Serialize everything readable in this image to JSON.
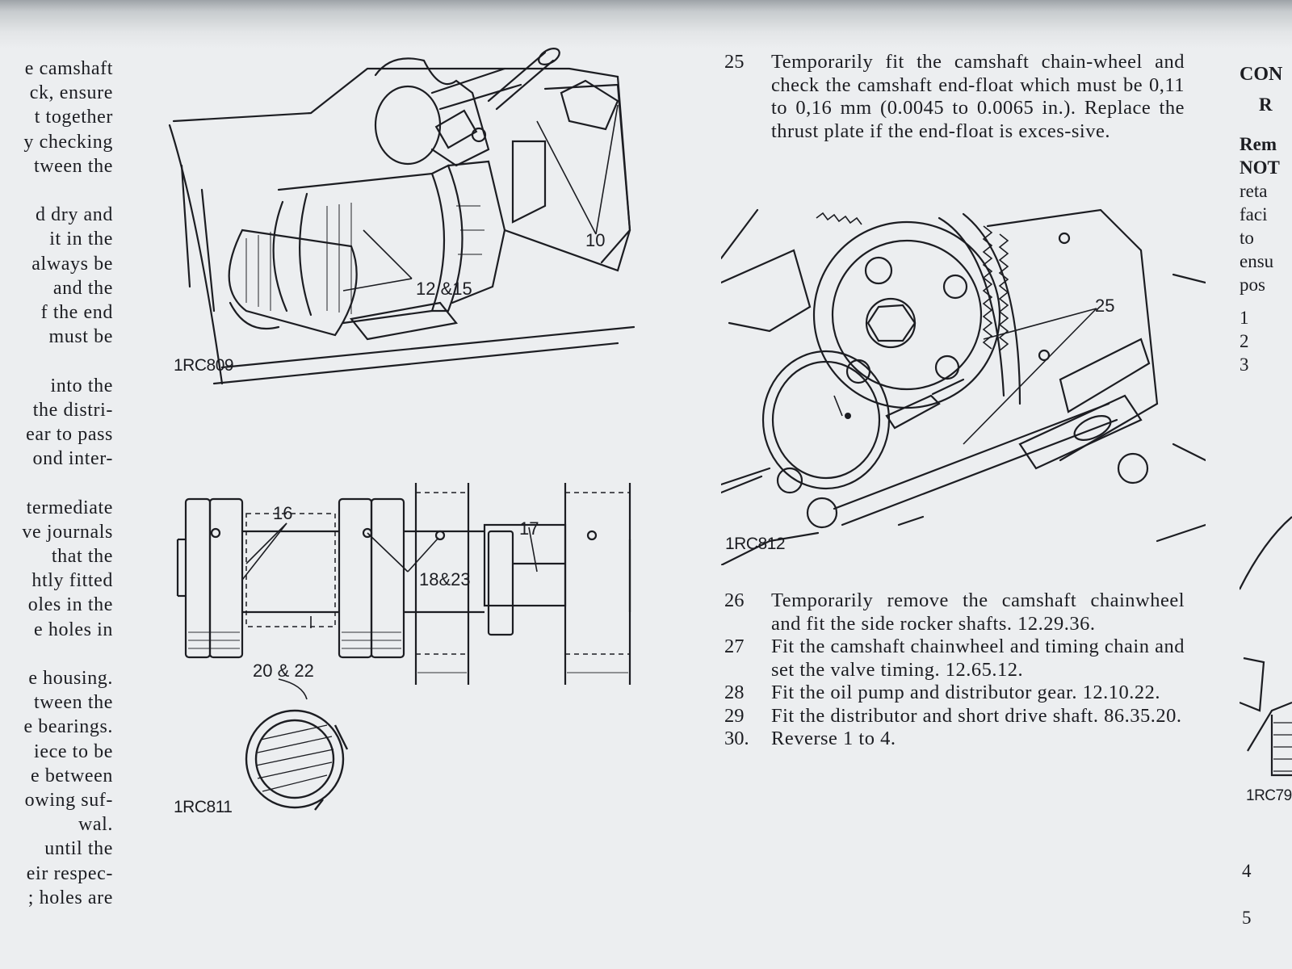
{
  "left_column": {
    "lines": [
      "e camshaft",
      "ck, ensure",
      "t together",
      "y checking",
      "tween the",
      "",
      "d dry and",
      "it in the",
      "always be",
      "and the",
      "f the end",
      "must be",
      "",
      "into the",
      "the distri-",
      "ear to pass",
      "ond inter-",
      "",
      "termediate",
      "ve journals",
      "that the",
      "htly fitted",
      "oles in the",
      "e holes in",
      "",
      "e housing.",
      "tween the",
      "e bearings.",
      "iece to be",
      "e between",
      "owing suf-",
      "wal.",
      "until the",
      "eir respec-",
      "; holes are"
    ]
  },
  "figures": {
    "fig_809": {
      "id": "1RC809",
      "callouts": [
        "10",
        "12 &15"
      ]
    },
    "fig_811": {
      "id": "1RC811",
      "callouts": [
        "16",
        "17",
        "18&23",
        "20 & 22"
      ]
    },
    "fig_812": {
      "id": "1RC812",
      "callouts": [
        "25"
      ]
    },
    "fig_right": {
      "id": "1RC79"
    }
  },
  "steps_top": [
    {
      "num": "25",
      "text": "Temporarily fit the camshaft chain-wheel and check the camshaft end-float which must be 0,11 to 0,16 mm (0.0045 to 0.0065 in.). Replace the thrust plate if the end-float is exces-sive."
    }
  ],
  "steps_bottom": [
    {
      "num": "26",
      "text": "Temporarily remove the camshaft chainwheel and fit the side rocker shafts. 12.29.36."
    },
    {
      "num": "27",
      "text": "Fit the camshaft chainwheel and timing chain and set the valve timing. 12.65.12."
    },
    {
      "num": "28",
      "text": "Fit the oil pump and distributor gear. 12.10.22."
    },
    {
      "num": "29",
      "text": "Fit the distributor and short drive shaft. 86.35.20."
    },
    {
      "num": "30.",
      "text": "Reverse 1 to 4."
    }
  ],
  "right_column": {
    "heading": "CON",
    "subheading": "R",
    "lines": [
      "Rem",
      "NOT",
      "reta",
      "faci",
      "to",
      "ensu",
      "pos"
    ],
    "numbers": [
      "1",
      "2",
      "3"
    ],
    "bottom_numbers": [
      "4",
      "5"
    ]
  },
  "colors": {
    "ink": "#1c1d22",
    "paper": "#eceef0",
    "show_through": "#a9adb2"
  }
}
